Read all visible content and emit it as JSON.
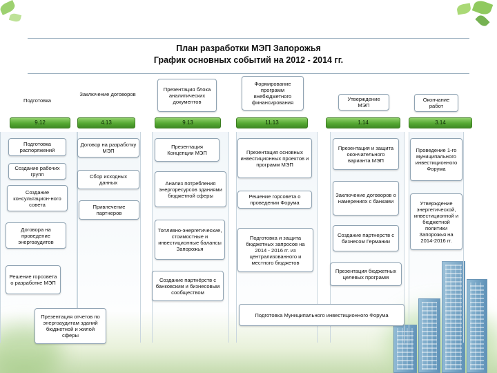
{
  "title": {
    "line1": "План разработки МЭП Запорожья",
    "line2": "График основных событий на 2012 - 2014 гг."
  },
  "headers": [
    "Подготовка",
    "Заключение договоров",
    "Презентация блока аналитических документов",
    "Формирование программ внебюджетного финансирования",
    "Утверждение МЭП",
    "Окончание работ"
  ],
  "dates": [
    "9.12",
    "4.13",
    "9.13",
    "11.13",
    "1.14",
    "3.14"
  ],
  "columns": [
    [
      "Подготовка распоряжений",
      "Создание рабочих групп",
      "Создание консультацион-ного совета",
      "Договора на проведение энергоаудитов",
      "Решение горсовета о разработке МЭП",
      "Презентация отчетов по энергоаудитам зданий бюджетной и жилой сферы"
    ],
    [
      "Договор на разработку МЭП",
      "Сбор исходных данных",
      "Привлечение партнеров"
    ],
    [
      "Презентация Концепции МЭП",
      "Анализ потребления энергоресурсов зданиями бюджетной сферы",
      "Топливно-энергетические, стоимостные и инвестиционные балансы Запорожья",
      "Создание партнёрств с банковским и бизнесовым сообществом"
    ],
    [
      "Презентация основных инвестиционных проектов и программ МЭП",
      "Решение горсовета о проведении Форума",
      "Подготовка и защита бюджетных запросов на 2014 - 2016 гг. из централизованного и местного бюджетов"
    ],
    [
      "Презентация и защита окончательного варианта МЭП",
      "Заключение договоров о намерениях с банками",
      "Создание партнерств с бизнесом Германии",
      "Презентация бюджетных целевых программ"
    ],
    [
      "Проведение 1-го муниципального инвестиционного Форума",
      "Утверждение энергетической, инвестиционной и бюджетной политики Запорожья на 2014-2016 гг."
    ]
  ],
  "forum_prep": "Подготовка Муниципального инвестиционного Форума",
  "colors": {
    "accent_green": "#55a832",
    "box_border": "#8fa3b3"
  }
}
